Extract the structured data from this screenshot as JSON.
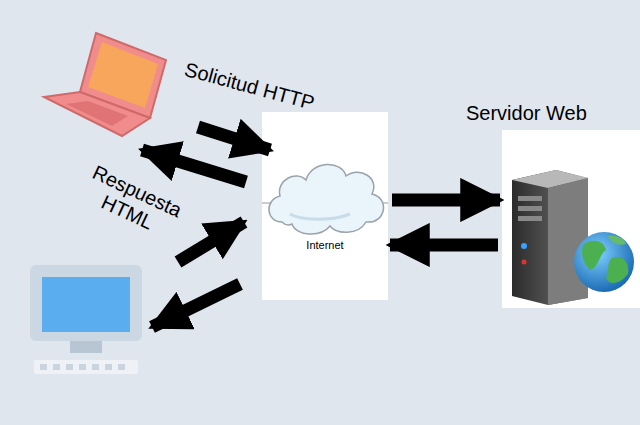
{
  "diagram": {
    "nodes": [
      {
        "text": [
          "Internet"
        ]
      },
      {
        "text": [
          "Servidor Web"
        ]
      }
    ],
    "edges": [
      {
        "from": 0,
        "to": 1,
        "arrow": "to"
      },
      {
        "from": 1,
        "to": 0,
        "arrow": "to"
      }
    ],
    "labels": [
      "Solicitud HTTP",
      "Respuesta HTML"
    ]
  }
}
